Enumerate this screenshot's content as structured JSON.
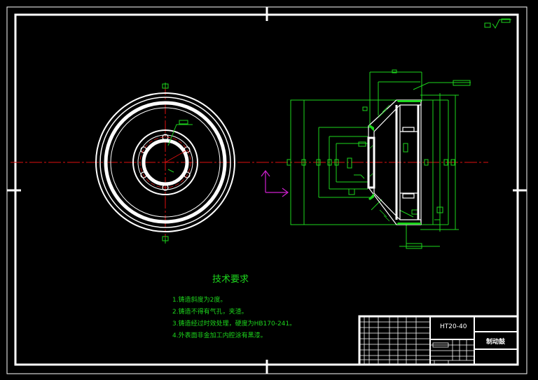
{
  "tech_requirements": {
    "title": "技术要求",
    "notes": [
      "1.铸造斜度为2度。",
      "2.铸造不得有气孔，夹渣。",
      "3.铸造经过时效处理，硬度为HB170-241。",
      "4.外表面非金加工内腔涂有黑漆。"
    ]
  },
  "title_block": {
    "material": "HT20-40",
    "part_name": "制动鼓"
  },
  "colors": {
    "frame": "#ffffff",
    "geometry": "#ffffff",
    "dimension": "#1dd61d",
    "centerline": "#e01010",
    "ucs": "#d020d0",
    "background": "#000000"
  }
}
